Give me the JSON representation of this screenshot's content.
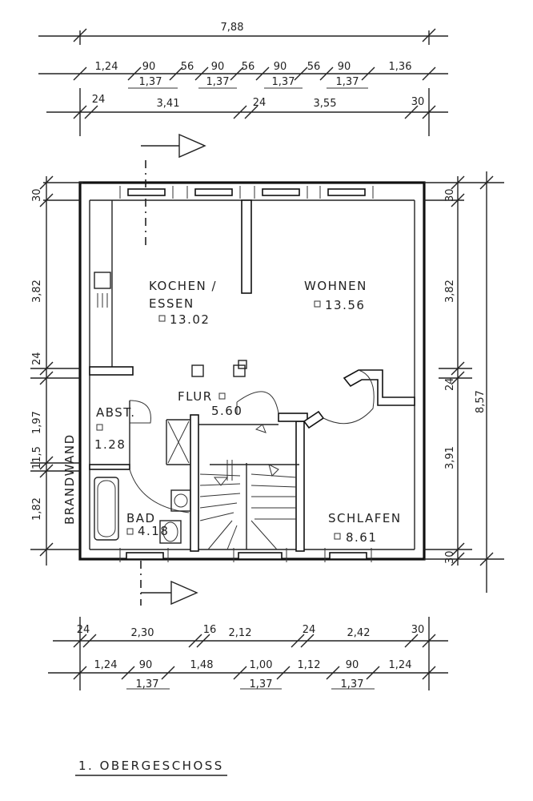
{
  "title": "1.  OBERGESCHOSS",
  "top_dimensions": {
    "overall": "7,88",
    "row2": [
      "1,24",
      "90",
      "56",
      "90",
      "56",
      "90",
      "56",
      "90",
      "1,36"
    ],
    "row2_sub": [
      "1,37",
      "1,37",
      "1,37",
      "1,37"
    ],
    "row3": [
      "24",
      "3,41",
      "24",
      "3,55",
      "30"
    ]
  },
  "bottom_dimensions": {
    "row1": [
      "24",
      "2,30",
      "16",
      "2,12",
      "24",
      "2,42",
      "30"
    ],
    "row2": [
      "1,24",
      "90",
      "1,48",
      "1,00",
      "1,12",
      "90",
      "1,24"
    ],
    "row2_sub": [
      "1,37",
      "1,37",
      "1,37"
    ]
  },
  "left_dimensions": [
    "30",
    "3,82",
    "24",
    "1,97",
    "11,5",
    "1,82"
  ],
  "right_dimensions": [
    "30",
    "3,82",
    "24",
    "3,91",
    "30",
    "8,57"
  ],
  "rooms": [
    {
      "name_line1": "KOCHEN /",
      "name_line2": "ESSEN",
      "area": "13.02"
    },
    {
      "name_line1": "WOHNEN",
      "area": "13.56"
    },
    {
      "name_line1": "FLUR",
      "area": "5.60"
    },
    {
      "name_line1": "ABST.",
      "area": "1.28"
    },
    {
      "name_line1": "BAD",
      "area": "4.18"
    },
    {
      "name_line1": "SCHLAFEN",
      "area": "8.61"
    }
  ],
  "wall_label": "BRANDWAND"
}
